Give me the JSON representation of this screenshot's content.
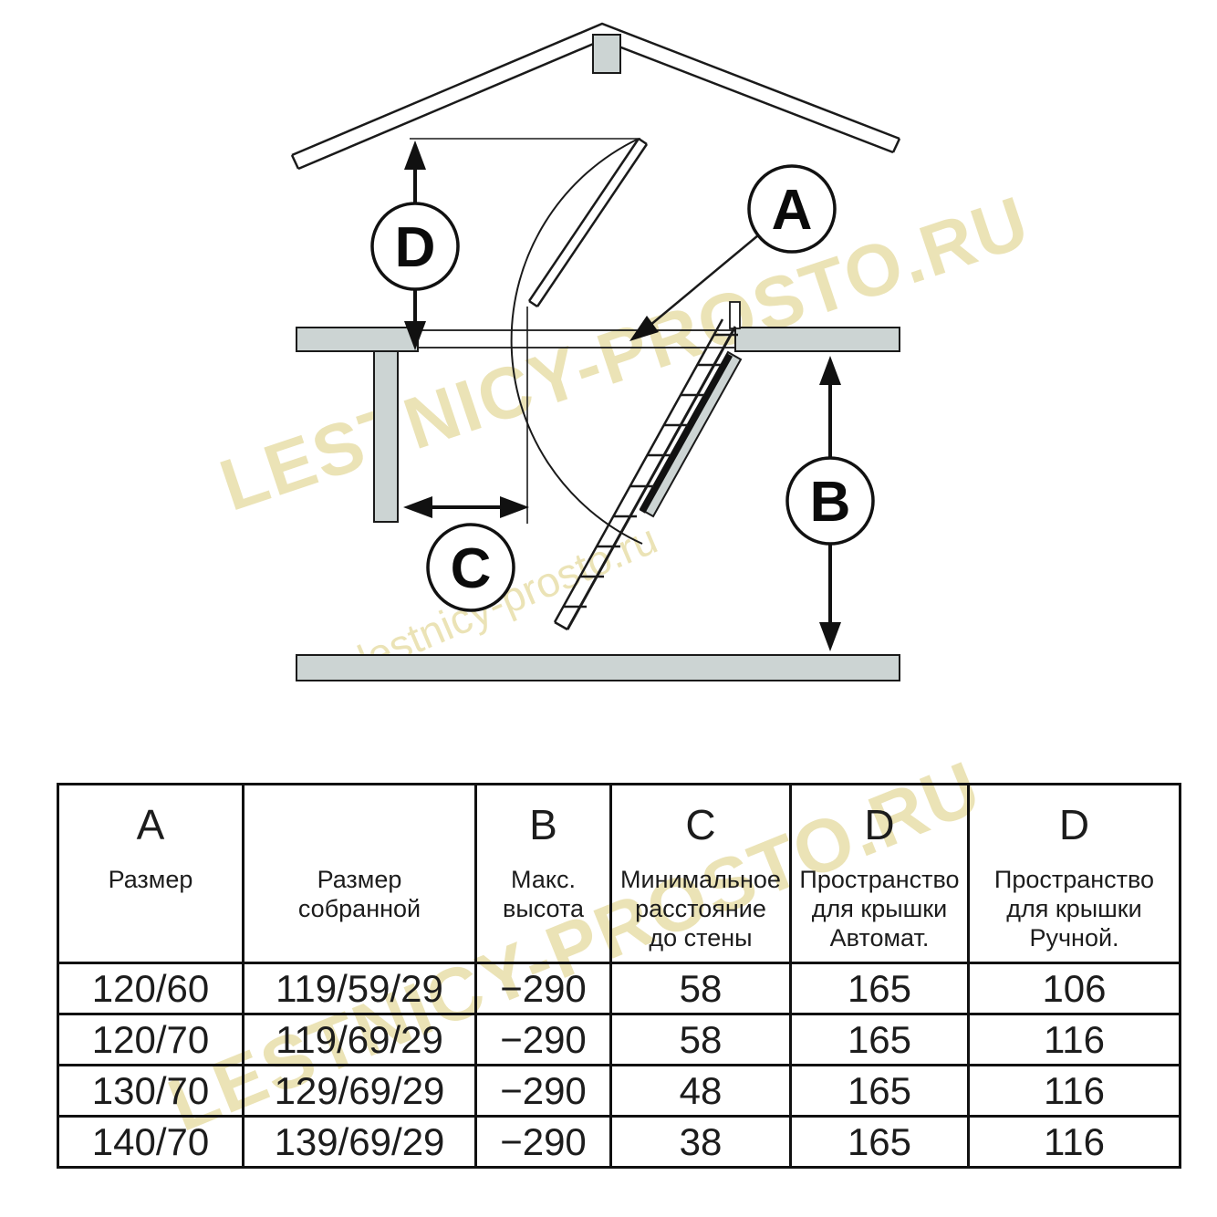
{
  "watermark": {
    "large": "LESTNICY-PROSTO.RU",
    "small": "lestnicy-prosto.ru"
  },
  "colors": {
    "structure_fill": "#ccd4d3",
    "line": "#111111",
    "watermark": "#ebe3b6"
  },
  "diagram": {
    "labels": {
      "a": "A",
      "b": "B",
      "c": "C",
      "d": "D"
    }
  },
  "table": {
    "columns": [
      {
        "letter": "A",
        "title": "Размер"
      },
      {
        "letter": "",
        "title": "Размер\nсобранной"
      },
      {
        "letter": "B",
        "title": "Макс.\nвысота"
      },
      {
        "letter": "C",
        "title": "Минимальное\nрасстояние\nдо стены"
      },
      {
        "letter": "D",
        "title": "Пространство\nдля крышки\nАвтомат."
      },
      {
        "letter": "D",
        "title": "Пространство\nдля крышки\nРучной."
      }
    ],
    "rows": [
      [
        "120/60",
        "119/59/29",
        "−290",
        "58",
        "165",
        "106"
      ],
      [
        "120/70",
        "119/69/29",
        "−290",
        "58",
        "165",
        "116"
      ],
      [
        "130/70",
        "129/69/29",
        "−290",
        "48",
        "165",
        "116"
      ],
      [
        "140/70",
        "139/69/29",
        "−290",
        "38",
        "165",
        "116"
      ]
    ]
  }
}
